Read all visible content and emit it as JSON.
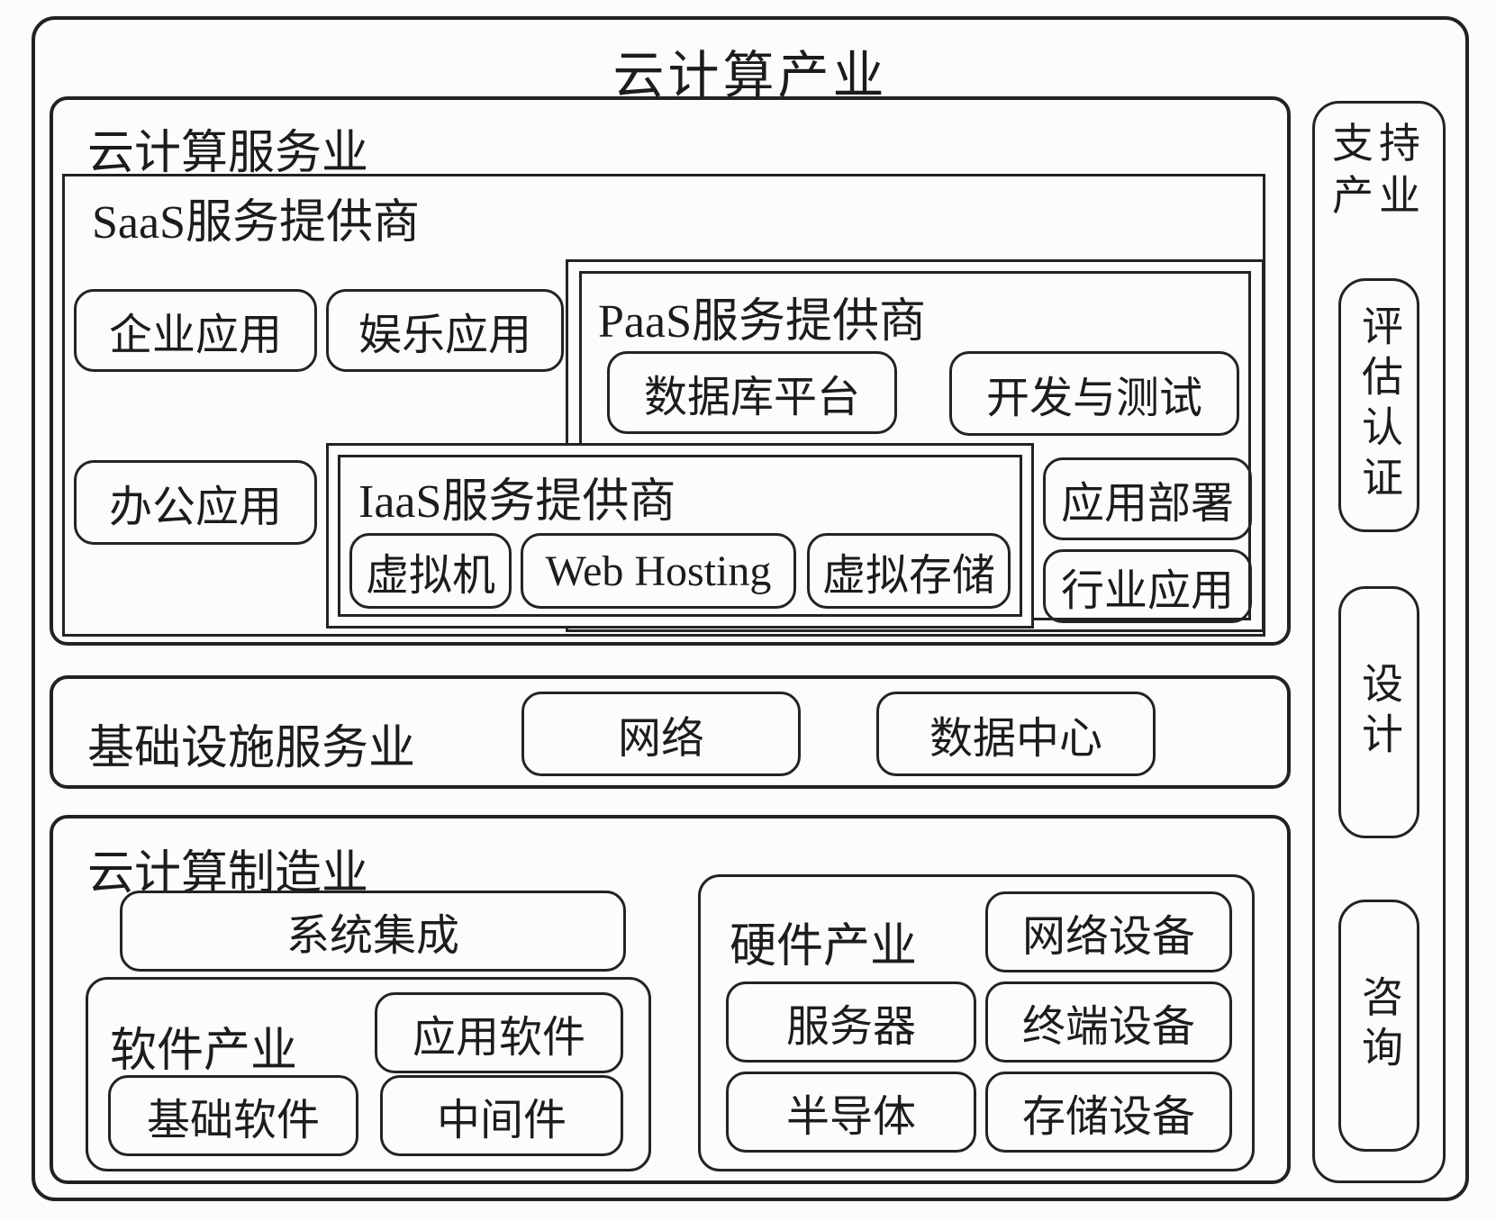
{
  "title": "云计算产业",
  "service_industry": {
    "label": "云计算服务业",
    "saas": {
      "label": "SaaS服务提供商",
      "items": [
        "企业应用",
        "娱乐应用",
        "办公应用"
      ]
    },
    "paas": {
      "label": "PaaS服务提供商",
      "items": [
        "数据库平台",
        "开发与测试",
        "应用部署",
        "行业应用"
      ]
    },
    "iaas": {
      "label": "IaaS服务提供商",
      "items": [
        "虚拟机",
        "Web Hosting",
        "虚拟存储"
      ]
    }
  },
  "infrastructure_industry": {
    "label": "基础设施服务业",
    "items": [
      "网络",
      "数据中心"
    ]
  },
  "manufacturing_industry": {
    "label": "云计算制造业",
    "system_integration": "系统集成",
    "software": {
      "label": "软件产业",
      "items": [
        "应用软件",
        "基础软件",
        "中间件"
      ]
    },
    "hardware": {
      "label": "硬件产业",
      "items": [
        "网络设备",
        "服务器",
        "终端设备",
        "半导体",
        "存储设备"
      ]
    }
  },
  "support_industry": {
    "label_line1": "支持",
    "label_line2": "产业",
    "items": [
      "评估认证",
      "设计",
      "咨询"
    ]
  },
  "colors": {
    "ink": "#232323",
    "paper": "#fcfcfa"
  }
}
